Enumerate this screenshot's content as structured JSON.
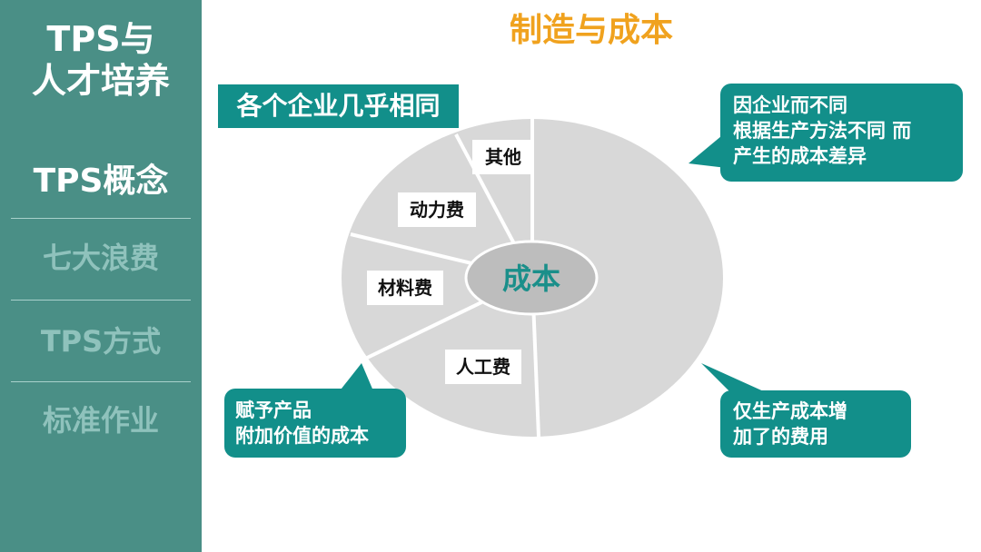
{
  "sidebar": {
    "title_line1": "TPS与",
    "title_line2": "人才培养",
    "items": [
      {
        "label": "TPS概念",
        "state": "active"
      },
      {
        "label": "七大浪费",
        "state": "inactive"
      },
      {
        "label": "TPS方式",
        "state": "inactive"
      },
      {
        "label": "标准作业",
        "state": "inactive"
      }
    ],
    "colors": {
      "background": "#4a8f86",
      "active_text": "#ffffff",
      "inactive_text": "#8fc2bc"
    }
  },
  "page": {
    "title": "制造与成本",
    "title_color": "#f0a21e",
    "common_label": "各个企业几乎相同"
  },
  "diagram": {
    "center": "成本",
    "segments": [
      "其他",
      "动力费",
      "材料费",
      "人工费"
    ],
    "colors": {
      "pie": "#d8d8d8",
      "center": "#bdbdbd",
      "accent": "#128f8a"
    }
  },
  "callouts": {
    "top_right": [
      "因企业而不同",
      "根据生产方法不同 而",
      "产生的成本差异"
    ],
    "bottom_left": [
      "赋予产品",
      "附加价值的成本"
    ],
    "bottom_right": [
      "仅生产成本增",
      "加了的费用"
    ]
  }
}
